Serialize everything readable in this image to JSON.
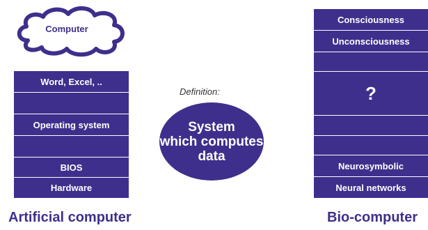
{
  "cloud": {
    "label": "Computer"
  },
  "left_stack": {
    "layers": [
      "Word, Excel, ..",
      "",
      "Operating system",
      "",
      "BIOS",
      "Hardware"
    ]
  },
  "right_stack": {
    "layers": [
      "Consciousness",
      "Unconsciousness",
      "",
      "?",
      "",
      "",
      "Neurosymbolic",
      "Neural networks"
    ]
  },
  "definition": {
    "label": "Definition:",
    "lines": [
      "System",
      "which computes",
      "data"
    ]
  },
  "captions": {
    "left": "Artificial computer",
    "right": "Bio-computer"
  },
  "colors": {
    "primary": "#3f2f8c",
    "text_on_primary": "#ffffff"
  }
}
